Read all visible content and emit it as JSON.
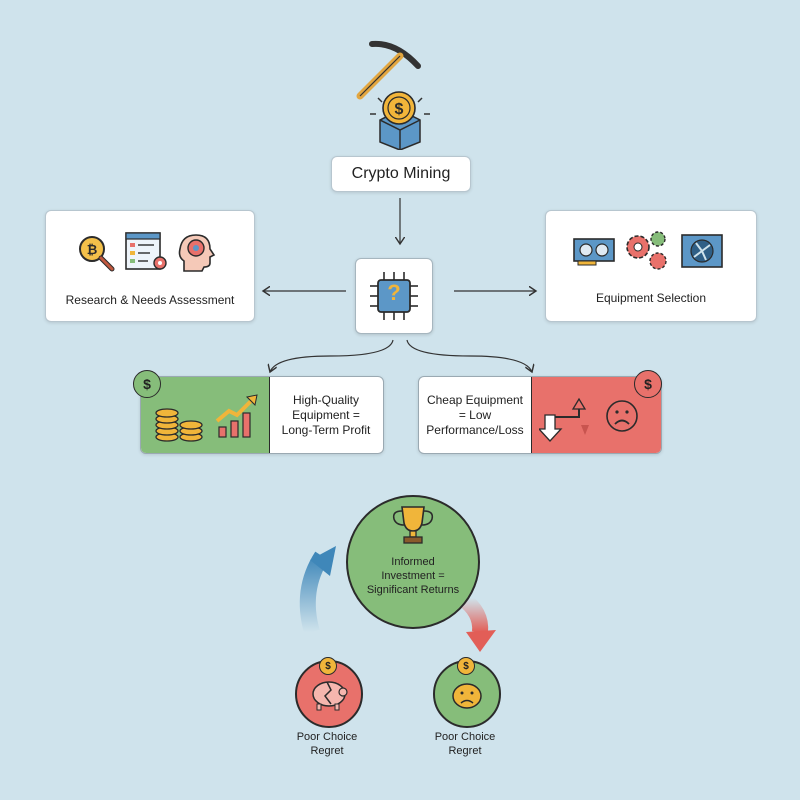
{
  "title": "Crypto Mining",
  "research": {
    "label": "Research & Needs Assessment"
  },
  "equipment": {
    "label": "Equipment Selection"
  },
  "center": {
    "symbol": "?"
  },
  "good_outcome": {
    "line1": "High-Quality",
    "line2": "Equipment =",
    "line3": "Long-Term Profit",
    "badge": "$"
  },
  "bad_outcome": {
    "line1": "Cheap Equipment",
    "line2": "= Low",
    "line3": "Performance/Loss",
    "badge": "$"
  },
  "invest": {
    "line1": "Informed",
    "line2": "Investment =",
    "line3": "Significant Returns"
  },
  "left_regret": {
    "line1": "Poor Choice",
    "line2": "Regret",
    "badge": "$"
  },
  "right_regret": {
    "line1": "Poor Choice",
    "line2": "Regret",
    "badge": "$"
  },
  "colors": {
    "background": "#cfe3ec",
    "green": "#86bd7a",
    "red": "#e8716b",
    "gold": "#f0b53a",
    "blue": "#4a8ab8"
  },
  "icons": [
    "pickaxe-icon",
    "coin-icon",
    "magnifier-bitcoin-icon",
    "checklist-gear-icon",
    "head-gear-icon",
    "gpu-card-icon",
    "gears-icon",
    "fan-board-icon",
    "chip-question-icon",
    "coin-stack-icon",
    "growth-chart-icon",
    "down-up-arrows-icon",
    "sad-face-icon",
    "trophy-icon",
    "broken-piggy-bank-icon",
    "sad-piggy-icon"
  ]
}
